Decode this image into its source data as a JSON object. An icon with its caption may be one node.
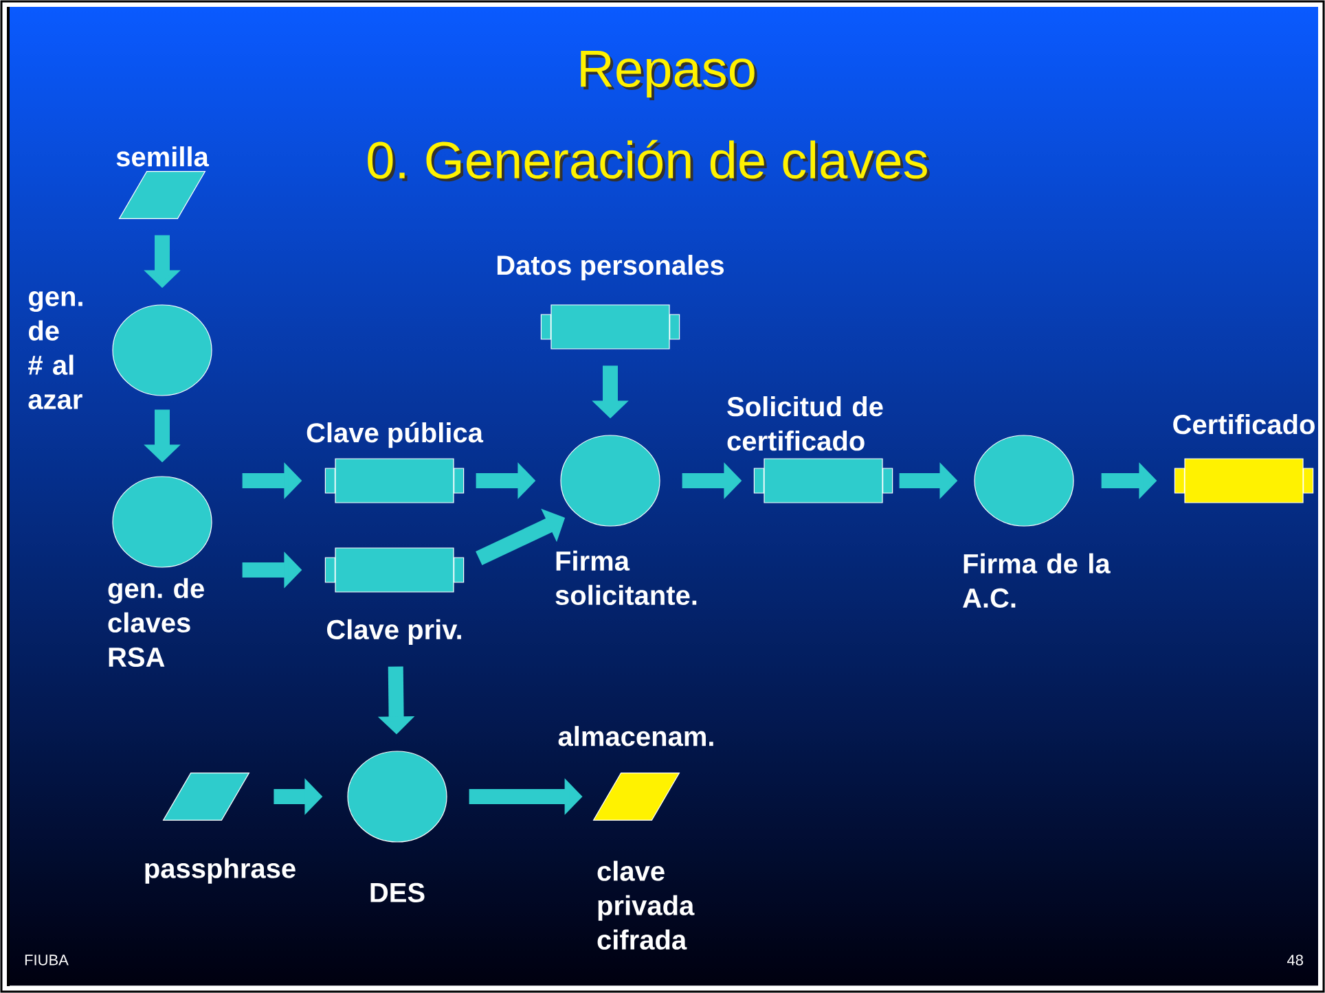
{
  "diagram": {
    "title": "Repaso",
    "nodes": [
      {
        "text": [
          "semilla"
        ]
      },
      {
        "text": [
          "gen. de # al azar"
        ]
      },
      {
        "text": [
          "gen. de claves RSA"
        ]
      },
      {
        "text": [
          "Clave pública"
        ]
      },
      {
        "text": [
          "Clave priv."
        ]
      },
      {
        "text": [
          "Datos personales"
        ]
      },
      {
        "text": [
          "Firma solicitante."
        ]
      },
      {
        "text": [
          "Solicitud de certificado"
        ]
      },
      {
        "text": [
          "Firma de la A.C."
        ]
      },
      {
        "text": [
          "Certificado"
        ]
      },
      {
        "text": [
          "passphrase"
        ]
      },
      {
        "text": [
          "DES"
        ]
      },
      {
        "text": [
          "almacenam.",
          "clave privada cifrada"
        ]
      }
    ],
    "edges": [
      {
        "from": 0,
        "to": 1,
        "arrow": "to"
      },
      {
        "from": 1,
        "to": 2,
        "arrow": "to"
      },
      {
        "from": 2,
        "to": 3,
        "arrow": "to"
      },
      {
        "from": 2,
        "to": 4,
        "arrow": "to"
      },
      {
        "from": 3,
        "to": 6,
        "arrow": "to"
      },
      {
        "from": 4,
        "to": 6,
        "arrow": "to"
      },
      {
        "from": 5,
        "to": 6,
        "arrow": "to"
      },
      {
        "from": 6,
        "to": 7,
        "arrow": "to"
      },
      {
        "from": 7,
        "to": 8,
        "arrow": "to"
      },
      {
        "from": 8,
        "to": 9,
        "arrow": "to"
      },
      {
        "from": 4,
        "to": 11,
        "arrow": "to"
      },
      {
        "from": 10,
        "to": 11,
        "arrow": "to"
      },
      {
        "from": 11,
        "to": 12,
        "arrow": "to"
      }
    ],
    "labels": [
      "0. Generación de claves",
      "FIUBA",
      "48"
    ]
  }
}
